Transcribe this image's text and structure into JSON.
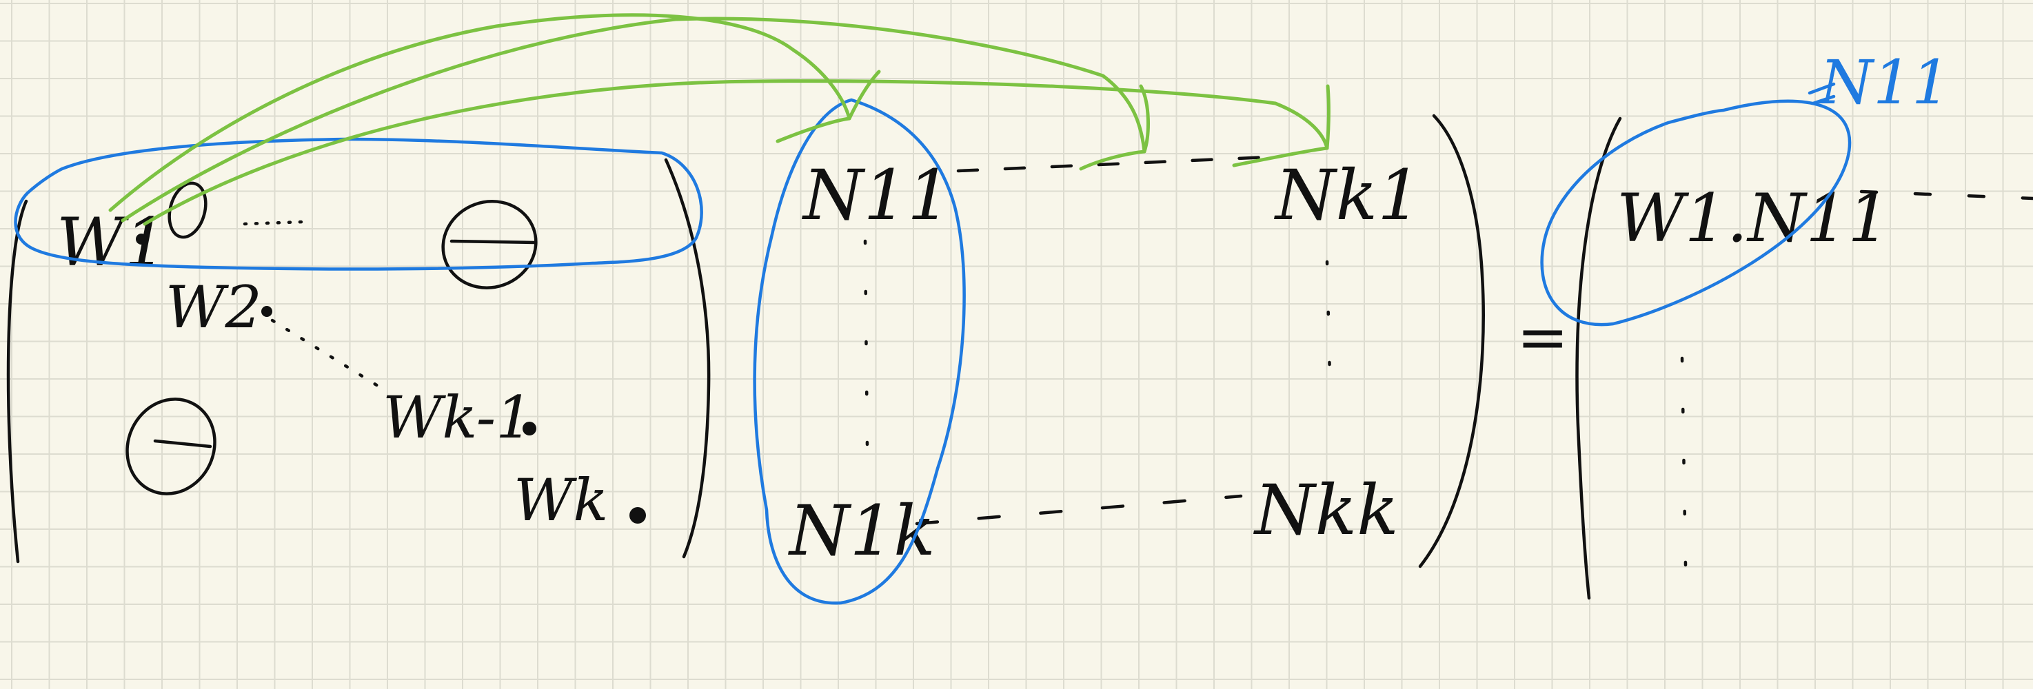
{
  "matrix_left": {
    "diag": [
      "W1",
      "W2",
      "Wk-1",
      "Wk"
    ],
    "zeros": [
      "0",
      "0",
      "0"
    ]
  },
  "matrix_right": {
    "cells": [
      "N11",
      "Nk1",
      "N1k",
      "Nkk"
    ]
  },
  "result": {
    "entry": "W1.N11",
    "annotation": "N11",
    "equals": "="
  },
  "colors": {
    "paper": "#f8f6ea",
    "grid": "#dddcd0",
    "ink": "#111111",
    "blue_highlight": "#1f7ae0",
    "green_arrows": "#7cc242"
  }
}
